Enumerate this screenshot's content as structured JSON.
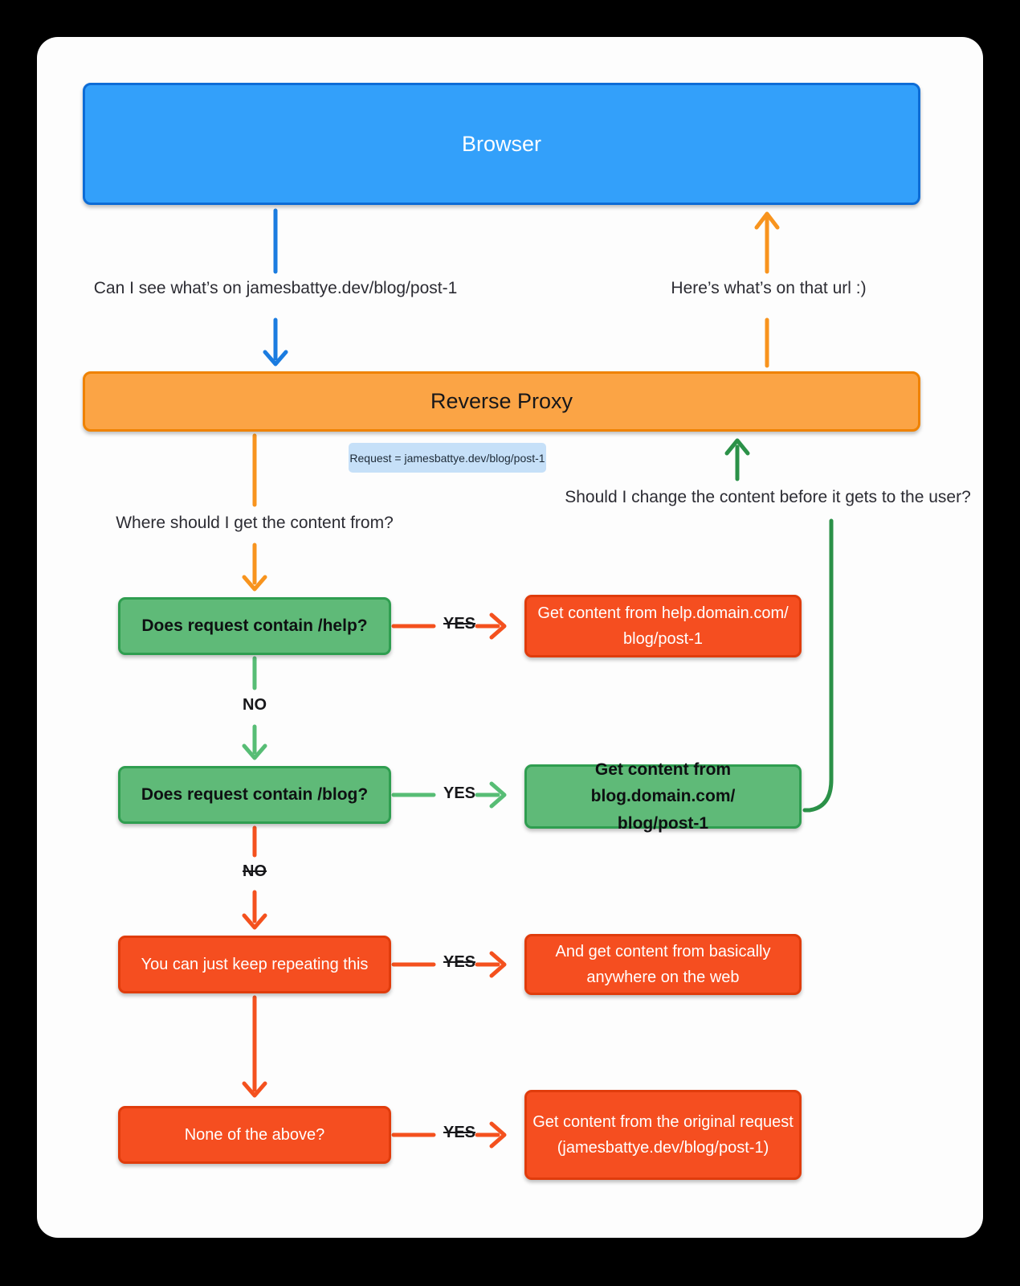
{
  "palette": {
    "background": "#000000",
    "card": "#fdfdfd",
    "blue_fill": "#33a0fa",
    "blue_border": "#0d6cd6",
    "blue_arrow": "#1b7ce0",
    "orange_fill": "#fba445",
    "orange_border": "#ef8200",
    "orange_arrow": "#f8941e",
    "green_fill": "#5fba78",
    "green_border": "#2f9e50",
    "green_arrow_light": "#57bd75",
    "green_arrow_dark": "#2b9148",
    "red_fill": "#f54e20",
    "red_border": "#e03c0c",
    "red_arrow": "#f4511e",
    "chip_bg": "#c6e0f8"
  },
  "nodes": {
    "browser": "Browser",
    "reverse_proxy": "Reverse Proxy",
    "request_chip": "Request = jamesbattye.dev/blog/post-1"
  },
  "edge_labels": {
    "browser_to_proxy": "Can I see what’s on jamesbattye.dev/blog/post-1",
    "proxy_to_browser": "Here’s what’s on that url :)",
    "where_content": "Where should I get the content from?",
    "change_content": "Should I change the content before it gets to the user?",
    "no_1": "NO",
    "no_2": "NO"
  },
  "rows": [
    {
      "question": "Does request contain /help?",
      "answer": "YES",
      "answer_struck": true,
      "result_line1": "Get content from help.domain.com/",
      "result_line2": "blog/post-1"
    },
    {
      "question": "Does request contain /blog?",
      "answer": "YES",
      "answer_struck": false,
      "result_line1": "Get content from blog.domain.com/",
      "result_line2": "blog/post-1"
    },
    {
      "question": "You can just keep repeating this",
      "answer": "YES",
      "answer_struck": true,
      "result_line1": "And get content from basically",
      "result_line2": "anywhere on the web"
    },
    {
      "question": "None of the above?",
      "answer": "YES",
      "answer_struck": true,
      "result_line1": "Get content from the original request",
      "result_line2": "(jamesbattye.dev/blog/post-1)"
    }
  ]
}
